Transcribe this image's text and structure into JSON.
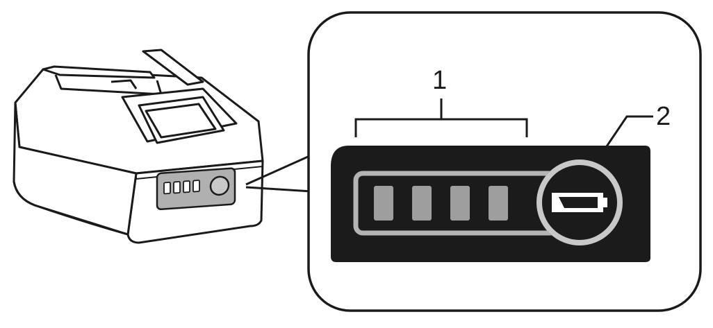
{
  "callouts": {
    "indicator_lamps": "1",
    "battery_check_button": "2"
  },
  "indicator": {
    "lamp_count": 4,
    "panel_color": "#1b1b1b",
    "lamp_color": "#9e9e9e",
    "frame_color": "#b4b4b4",
    "button_ring_color": "#c8c8c8"
  },
  "battery_body": {
    "face_panel_color": "#b0b0b0",
    "outline_color": "#1a1a1a"
  }
}
